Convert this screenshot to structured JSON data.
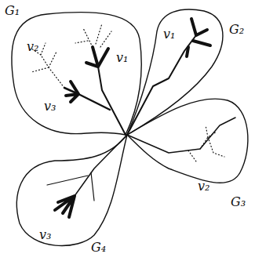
{
  "diagram": {
    "nodes": [
      {
        "text": [
          "G₁",
          "v₂",
          "v₁",
          "v₃"
        ]
      },
      {
        "text": [
          "G₂",
          "v₁"
        ]
      },
      {
        "text": [
          "G₃",
          "v₂"
        ]
      },
      {
        "text": [
          "G₄",
          "v₃"
        ]
      }
    ]
  }
}
